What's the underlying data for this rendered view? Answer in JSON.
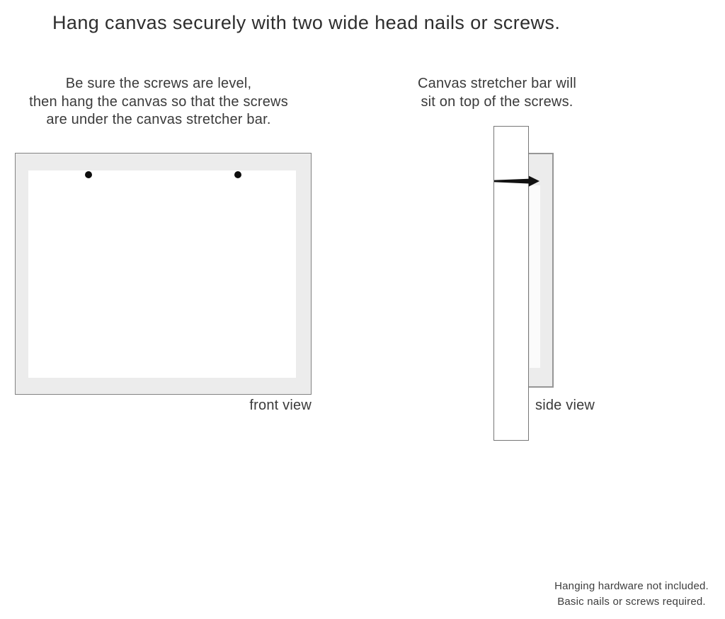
{
  "title": "Hang canvas securely with two wide head nails or screws.",
  "instructions": {
    "left": {
      "lines": [
        "Be sure the screws are level,",
        "then hang the canvas so that the screws",
        "are under the canvas stretcher bar."
      ]
    },
    "right": {
      "lines": [
        "Canvas stretcher bar will",
        "sit on top of the screws."
      ]
    }
  },
  "front_view": {
    "label": "front view",
    "screw_count": 2
  },
  "side_view": {
    "label": "side view"
  },
  "footer": {
    "lines": [
      "Hanging hardware not included.",
      "Basic nails or screws required."
    ]
  },
  "colors": {
    "canvas_fill": "#ececec",
    "outline": "#828282",
    "text": "#3a3a3a",
    "nail": "#121212",
    "background": "#ffffff"
  }
}
